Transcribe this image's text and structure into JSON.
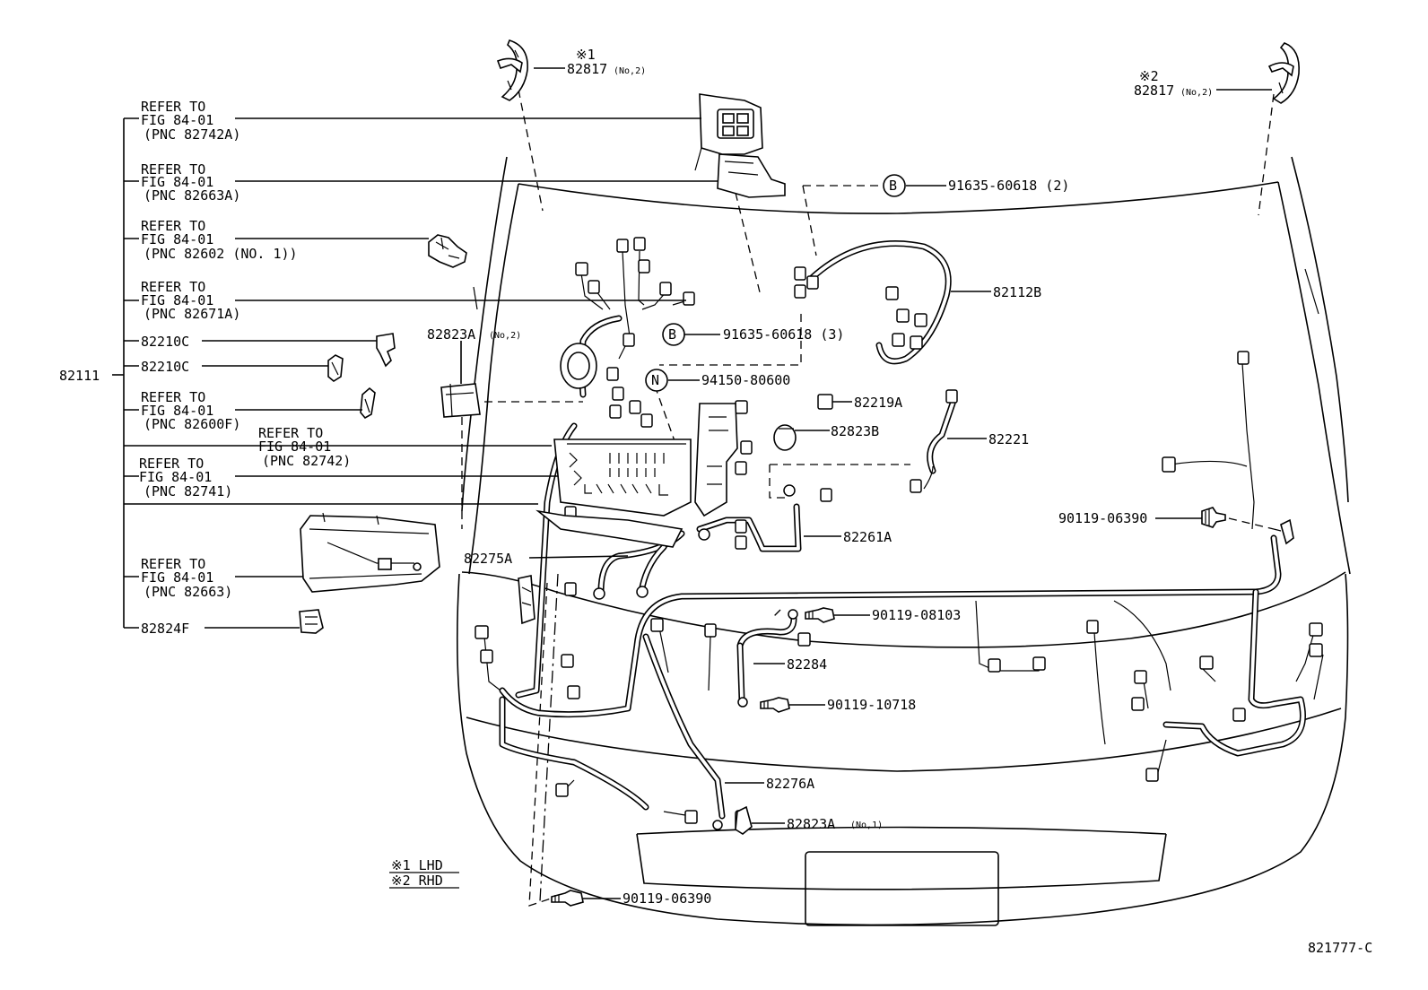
{
  "diagram": {
    "root_code": "82111",
    "refs": [
      {
        "line1": "REFER TO",
        "line2": "FIG 84-01",
        "line3": "(PNC 82742A)"
      },
      {
        "line1": "REFER TO",
        "line2": "FIG 84-01",
        "line3": "(PNC 82663A)"
      },
      {
        "line1": "REFER TO",
        "line2": "FIG 84-01",
        "line3": "(PNC 82602 (NO. 1))"
      },
      {
        "line1": "REFER TO",
        "line2": "FIG 84-01",
        "line3": "(PNC 82671A)"
      },
      {
        "line1": "REFER TO",
        "line2": "FIG 84-01",
        "line3": "(PNC 82600F)"
      },
      {
        "line1": "REFER TO",
        "line2": "FIG 84-01",
        "line3": "(PNC 82742)"
      },
      {
        "line1": "REFER TO",
        "line2": "FIG 84-01",
        "line3": "(PNC 82741)"
      },
      {
        "line1": "REFER TO",
        "line2": "FIG 84-01",
        "line3": "(PNC 82663)"
      }
    ],
    "parts": {
      "p82210c_a": "82210C",
      "p82210c_b": "82210C",
      "p82824f": "82824F",
      "p82823a_no2": "82823A",
      "p82823a_no2_suffix": "(No,2)",
      "p82817_lhd_mark": "※1",
      "p82817_lhd": "82817",
      "p82817_lhd_suffix": "(No,2)",
      "p82817_rhd_mark": "※2",
      "p82817_rhd": "82817",
      "p82817_rhd_suffix": "(No,2)",
      "p91635_2": "91635-60618 (2)",
      "p91635_3": "91635-60618 (3)",
      "p94150": "94150-80600",
      "p82112b": "82112B",
      "p82219a": "82219A",
      "p82823b": "82823B",
      "p82221": "82221",
      "p90119_06390_r": "90119-06390",
      "p82261a": "82261A",
      "p82275a": "82275A",
      "p90119_08103": "90119-08103",
      "p82284": "82284",
      "p90119_10718": "90119-10718",
      "p82276a": "82276A",
      "p82823a_no1": "82823A",
      "p82823a_no1_suffix": "(No,1)",
      "p90119_06390_b": "90119-06390"
    },
    "callouts": {
      "b1": "B",
      "b2": "B",
      "n": "N"
    },
    "legend": {
      "l1": "※1 LHD",
      "l2": "※2 RHD"
    },
    "figure_code": "821777-C"
  }
}
